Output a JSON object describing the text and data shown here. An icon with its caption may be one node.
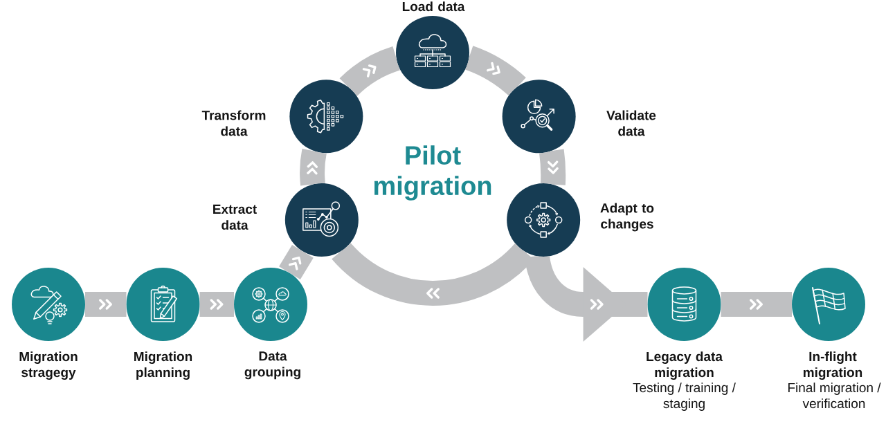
{
  "diagram": {
    "nodes": [
      {
        "text": [
          "Migration stragegy"
        ]
      },
      {
        "text": [
          "Migration planning"
        ]
      },
      {
        "text": [
          "Data grouping"
        ]
      },
      {
        "text": [
          "Extract data"
        ]
      },
      {
        "text": [
          "Transform data"
        ]
      },
      {
        "text": [
          "Load data"
        ]
      },
      {
        "text": [
          "Validate data"
        ]
      },
      {
        "text": [
          "Adapt to changes"
        ]
      },
      {
        "text": [
          "Legacy data migration",
          "Testing / training / staging"
        ]
      },
      {
        "text": [
          "In-flight migration",
          "Final migration / verification"
        ]
      }
    ],
    "edges": [
      {
        "from": 0,
        "to": 1,
        "arrow": "to"
      },
      {
        "from": 1,
        "to": 2,
        "arrow": "to"
      },
      {
        "from": 2,
        "to": 3,
        "arrow": "to"
      },
      {
        "from": 3,
        "to": 4,
        "arrow": "to"
      },
      {
        "from": 4,
        "to": 5,
        "arrow": "to"
      },
      {
        "from": 5,
        "to": 6,
        "arrow": "to"
      },
      {
        "from": 6,
        "to": 7,
        "arrow": "to"
      },
      {
        "from": 7,
        "to": 3,
        "arrow": "to"
      },
      {
        "from": 7,
        "to": 8,
        "arrow": "to"
      },
      {
        "from": 8,
        "to": 9,
        "arrow": "to"
      }
    ],
    "labels": [
      "Pilot migration"
    ]
  }
}
